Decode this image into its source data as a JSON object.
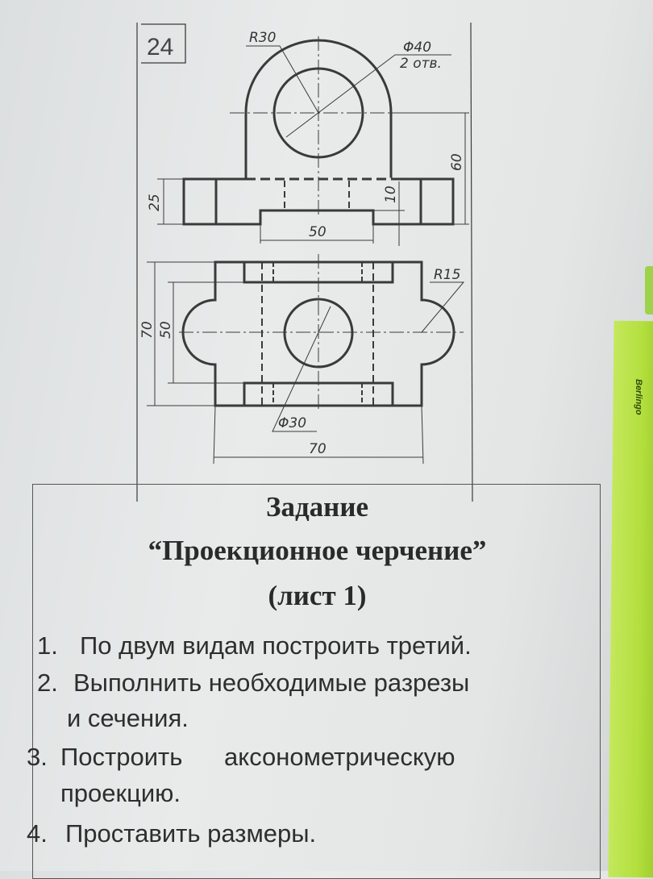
{
  "drawing": {
    "task_number": "24",
    "front_view": {
      "radius_label": "R30",
      "hole_label": "Φ40",
      "hole_count_label": "2 отв.",
      "dim_height_total": "60",
      "dim_base_height": "25",
      "dim_groove_depth": "10",
      "dim_groove_width": "50"
    },
    "top_view": {
      "radius_label": "R15",
      "hole_label": "Φ30",
      "dim_depth_outer": "70",
      "dim_depth_inner": "50",
      "dim_width": "70"
    }
  },
  "task": {
    "heading": "Задание",
    "title": "“Проекционное черчение”",
    "sheet": "(лист 1)",
    "items": [
      {
        "num": "1.",
        "text": "По двум видам построить третий."
      },
      {
        "num": "2.",
        "text": "Выполнить необходимые разрезы",
        "text2": "и сечения."
      },
      {
        "num": "3.",
        "text": "Построить      аксонометрическую",
        "text2": "проекцию."
      },
      {
        "num": "4.",
        "text": "Проставить размеры."
      }
    ]
  },
  "ruler": {
    "brand": "Berlingo"
  },
  "colors": {
    "ink": "#333333",
    "paper": "#e8eaea",
    "ruler": "#b3df3e"
  }
}
